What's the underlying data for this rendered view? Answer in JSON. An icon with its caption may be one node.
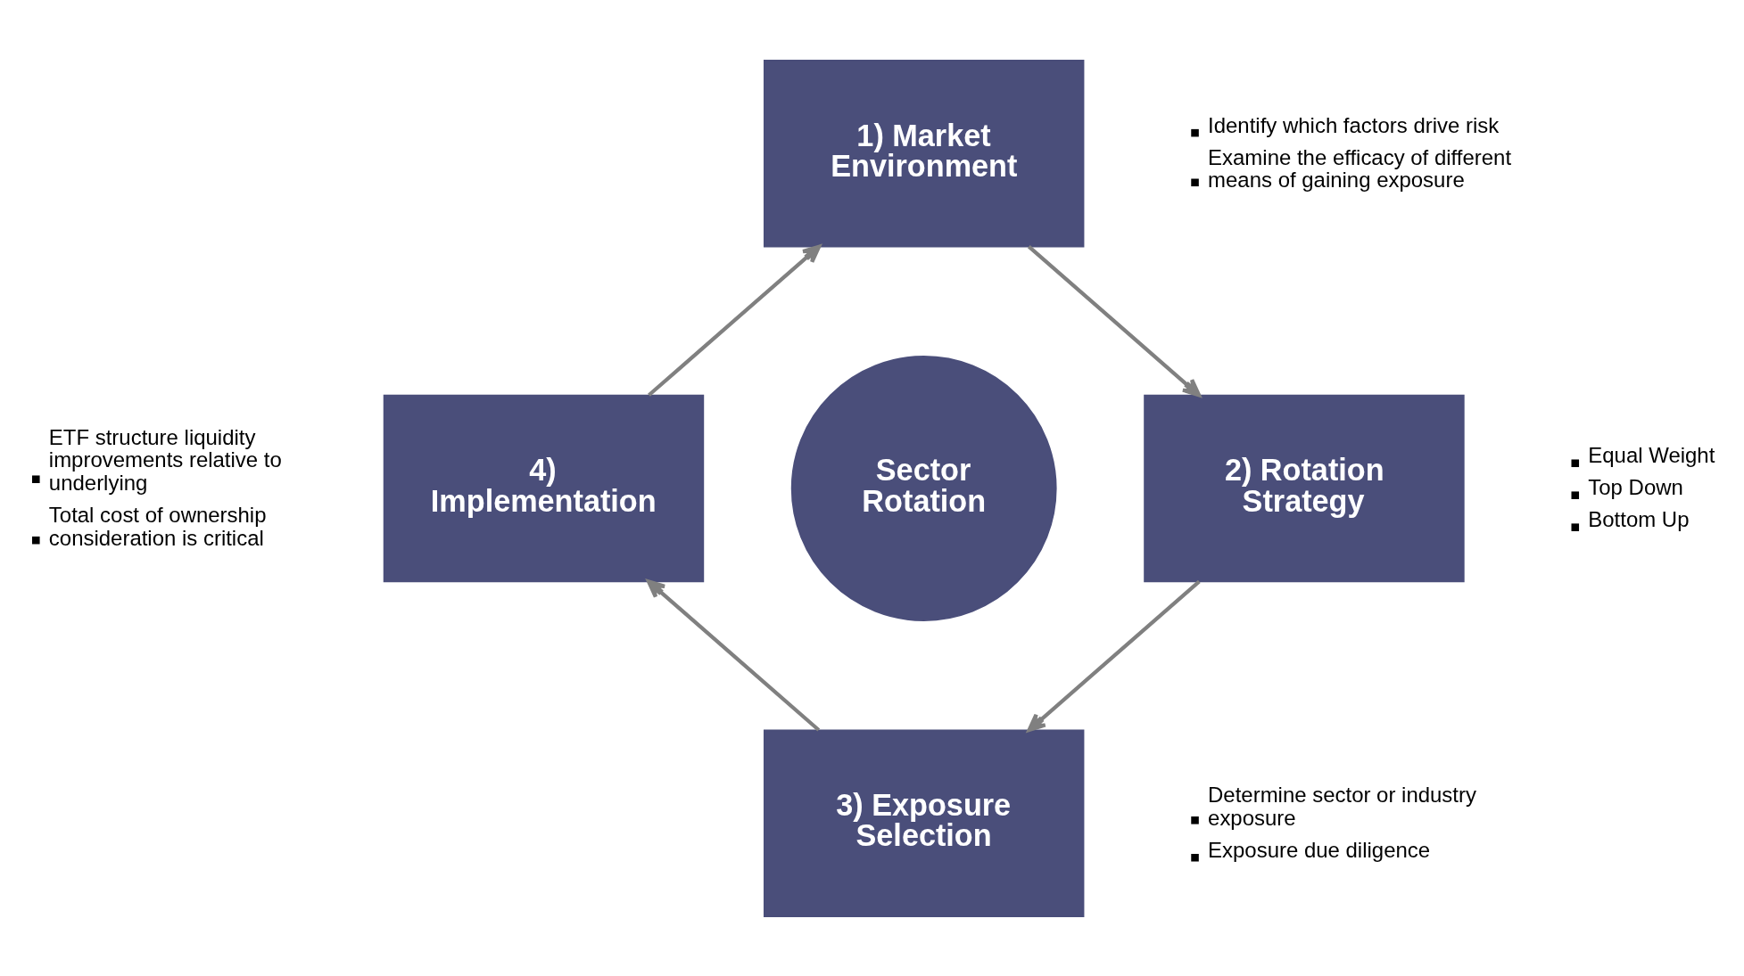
{
  "diagram": {
    "nodes": [
      {
        "text": [
          "1) Market Environment"
        ],
        "beside": [
          "Identify which factors drive risk",
          "Examine the efficacy of different means of gaining exposure"
        ]
      },
      {
        "text": [
          "2) Rotation Strategy"
        ],
        "beside": [
          "Equal Weight",
          "Top Down",
          "Bottom Up"
        ]
      },
      {
        "text": [
          "3) Exposure Selection"
        ],
        "beside": [
          "Determine sector or industry exposure",
          "Exposure due diligence"
        ]
      },
      {
        "text": [
          "4) Implementation"
        ],
        "beside": [
          "ETF structure liquidity improvements relative to underlying",
          "Total cost of ownership consideration is critical"
        ]
      },
      {
        "text": [
          "Sector Rotation"
        ]
      }
    ],
    "edges": [
      {
        "from": 0,
        "to": 1,
        "arrow": "to"
      },
      {
        "from": 1,
        "to": 2,
        "arrow": "to"
      },
      {
        "from": 2,
        "to": 3,
        "arrow": "to"
      },
      {
        "from": 3,
        "to": 0,
        "arrow": "to"
      }
    ]
  }
}
